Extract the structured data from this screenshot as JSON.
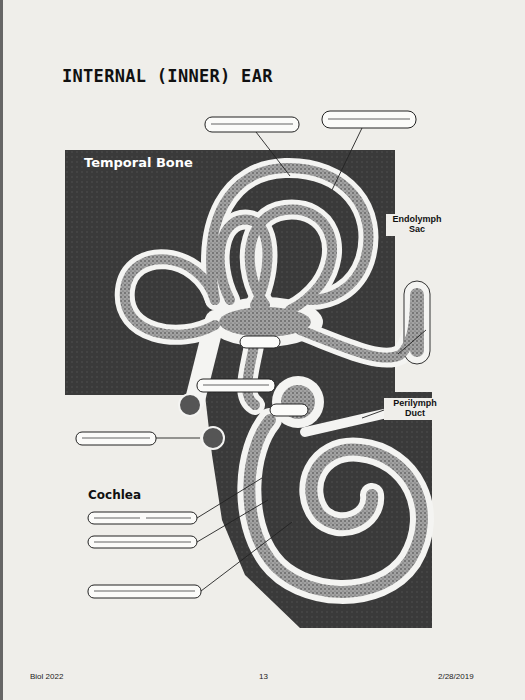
{
  "diagram": {
    "title": "INTERNAL (INNER) EAR",
    "labels": [
      "Temporal Bone",
      "Endolymph Sac",
      "Perilymph Duct",
      "Cochlea",
      "Biol 2022",
      "13",
      "2/28/2019"
    ]
  }
}
